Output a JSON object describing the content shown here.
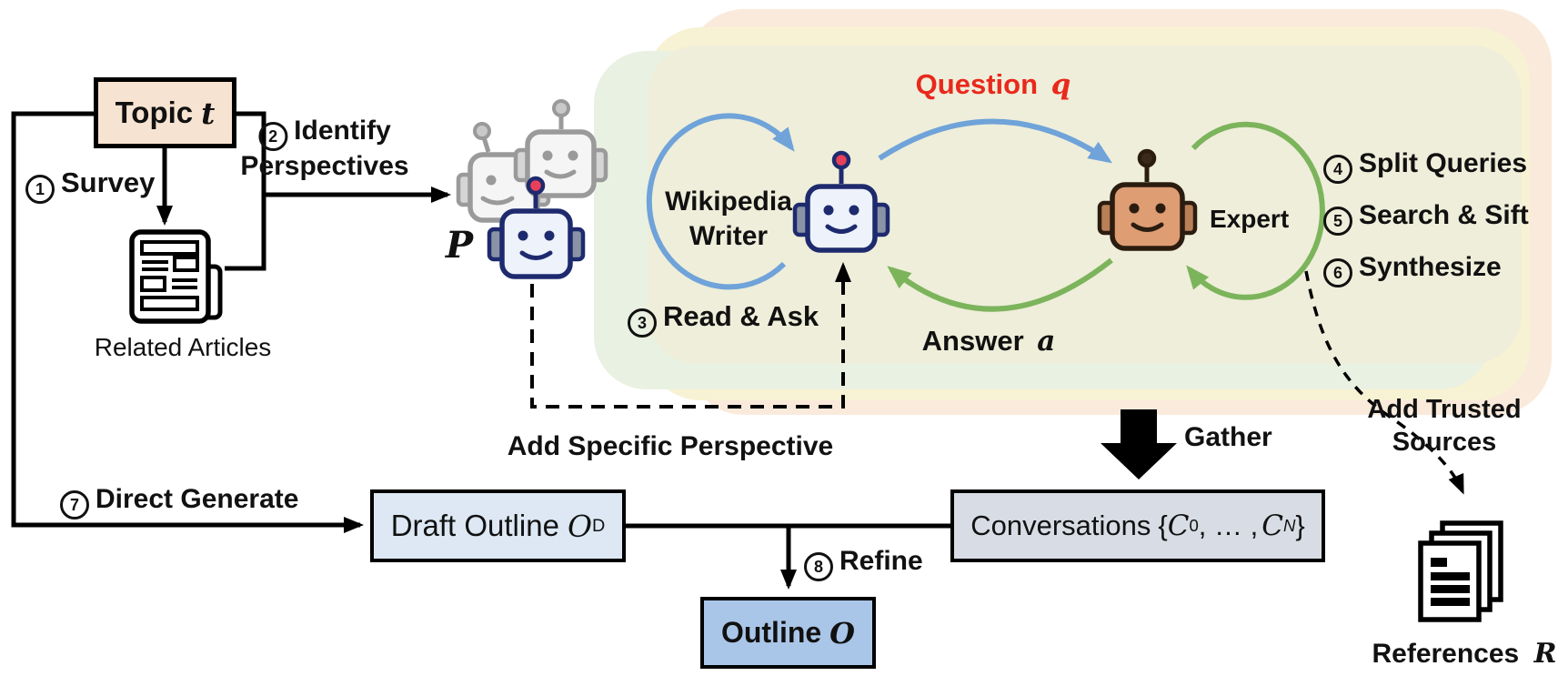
{
  "figure_title": "STORM pipeline diagram",
  "nodes": {
    "topic": {
      "label": "Topic",
      "var": "t"
    },
    "related_articles": {
      "label": "Related Articles"
    },
    "perspectives": {
      "var": "P"
    },
    "wikipedia_writer": {
      "line1": "Wikipedia",
      "line2": "Writer"
    },
    "expert": {
      "label": "Expert"
    },
    "draft_outline": {
      "label": "Draft Outline",
      "var": "O",
      "sub": "D"
    },
    "outline": {
      "label": "Outline",
      "var": "O"
    },
    "conversations": {
      "label": "Conversations",
      "open": "{",
      "var1": "C",
      "sub1": "0",
      "dots": ", … ,",
      "var2": "C",
      "sub2": "N",
      "close": "}"
    },
    "references": {
      "label": "References",
      "var": "R"
    }
  },
  "steps": [
    {
      "num": "1",
      "label": "Survey"
    },
    {
      "num": "2",
      "line1": "Identify",
      "line2": "Perspectives"
    },
    {
      "num": "3",
      "label": "Read & Ask"
    },
    {
      "num": "4",
      "label": "Split Queries"
    },
    {
      "num": "5",
      "label": "Search & Sift"
    },
    {
      "num": "6",
      "label": "Synthesize"
    },
    {
      "num": "7",
      "label": "Direct Generate"
    },
    {
      "num": "8",
      "label": "Refine"
    }
  ],
  "edges": {
    "question": {
      "label": "Question",
      "var": "q"
    },
    "answer": {
      "label": "Answer",
      "var": "a"
    },
    "gather": {
      "label": "Gather"
    },
    "add_specific": {
      "label": "Add Specific Perspective"
    },
    "add_trusted": {
      "line1": "Add Trusted",
      "line2": "Sources"
    }
  },
  "colors": {
    "question_red": "#e8291c",
    "blue_arc": "#6fa3d9",
    "green_arc": "#7cb45c",
    "topic_fill": "#f7e3d1",
    "draft_outline_fill": "#dde8f4",
    "conversations_fill": "#d8dce4",
    "outline_fill": "#a9c6e8",
    "bg_khaki": "#efeeda",
    "bg_yellow": "#f8f2d4",
    "bg_green": "#e9f1e2",
    "bg_orange": "#faeadb",
    "writer_robot_navy": "#1e2a6e",
    "expert_robot_tan": "#de9d72"
  }
}
